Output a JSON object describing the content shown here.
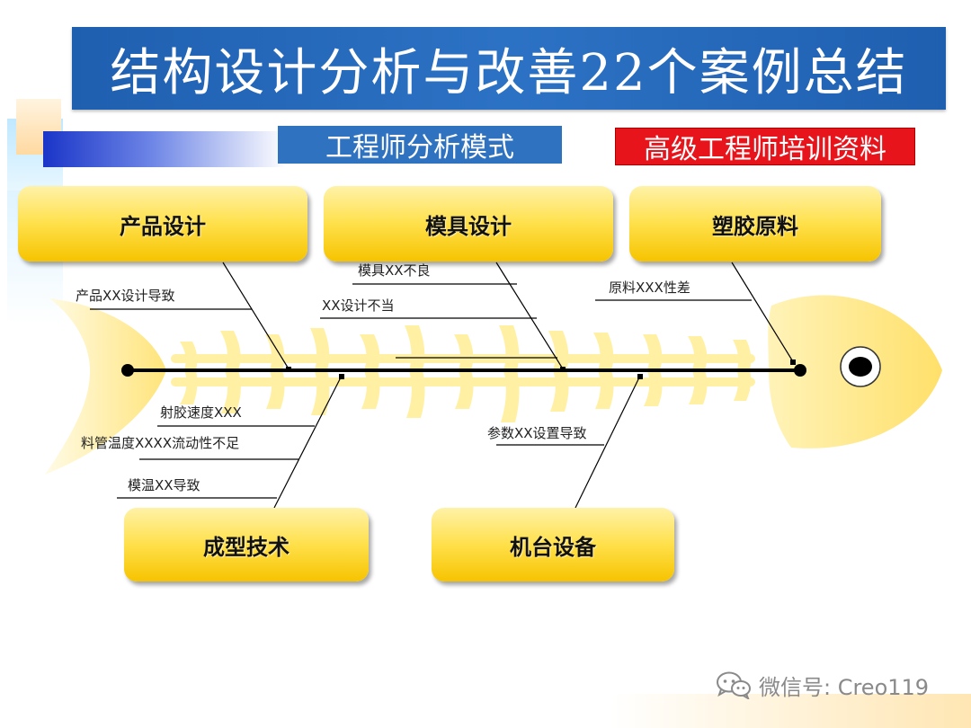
{
  "header": {
    "title": "结构设计分析与改善22个案例总结",
    "tag_left": "工程师分析模式",
    "tag_right": "高级工程师培训资料"
  },
  "categories": {
    "product_design": "产品设计",
    "mold_design": "模具设计",
    "plastic_material": "塑胶原料",
    "molding_tech": "成型技术",
    "machine_equipment": "机台设备"
  },
  "causes": {
    "product_xx_design": "产品XX设计导致",
    "mold_xx_defect": "模具XX不良",
    "xx_design_improper": "XX设计不当",
    "material_xxx_poor": "原料XXX性差",
    "injection_speed": "射胶速度XXX",
    "barrel_temp_flow": "料管温度XXXX流动性不足",
    "mold_temp_xx": "模温XX导致",
    "param_xx_setting": "参数XX设置导致"
  },
  "footer": {
    "wechat_label": "微信号: Creo119"
  },
  "colors": {
    "title_blue": "#2c72c4",
    "tag_red": "#e8141c",
    "fish_yellow": "#ffe98a",
    "box_yellow": "#ffe04a"
  }
}
